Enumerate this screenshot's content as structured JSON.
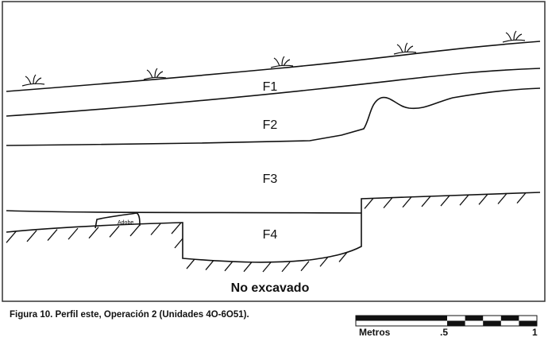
{
  "labels": {
    "f1": "F1",
    "f2": "F2",
    "f3": "F3",
    "f4": "F4",
    "adobe": "Adobe",
    "unexcavated": "No excavado"
  },
  "caption": "Figura 10.  Perfil este, Operación 2 (Unidades 4O-6O51).",
  "scale": {
    "unit": "Metros",
    "mid": ".5",
    "end": "1"
  }
}
